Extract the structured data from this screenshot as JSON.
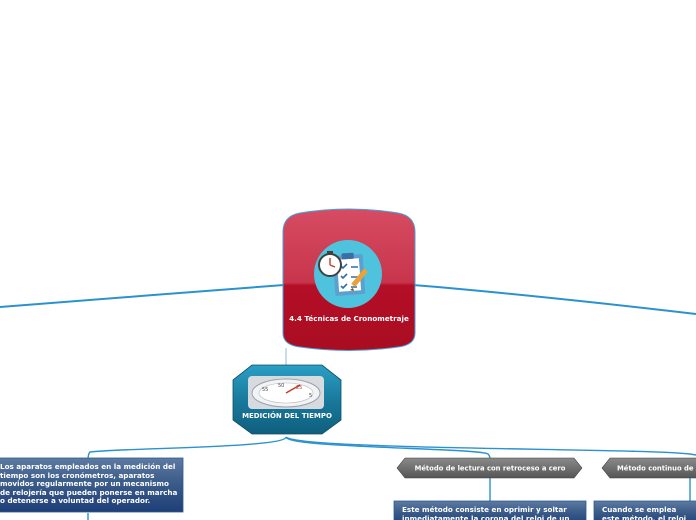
{
  "central_topic": {
    "title": "4.4 Técnicas de Cronometraje",
    "icon": "stopwatch-clipboard-icon",
    "color_top": "#d2485e",
    "color_bottom": "#b01228"
  },
  "subtopic": {
    "title": "MEDICIÓN DEL TIEMPO",
    "icon": "stopwatch-image",
    "color": "#1b7fa3"
  },
  "notes": {
    "cronometros": "Los aparatos empleados en la medición del tiempo son los cronómetros, aparatos movidos regularmente por un mecanismo de relojería que pueden ponerse en marcha o detenerse a voluntad del operador.",
    "retroceso": "Este método consiste en oprimir y soltar inmediatamente la corona del reloj de un",
    "continuo": "Cuando se emplea este método, el reloj se pone en"
  },
  "methods": {
    "retroceso": "Método de lectura con retroceso a cero",
    "continuo": "Método continuo de lectura"
  },
  "colors": {
    "connector": "#2b92d0",
    "note_box": "#4e6f99",
    "method_label": "#6e6e6e"
  }
}
